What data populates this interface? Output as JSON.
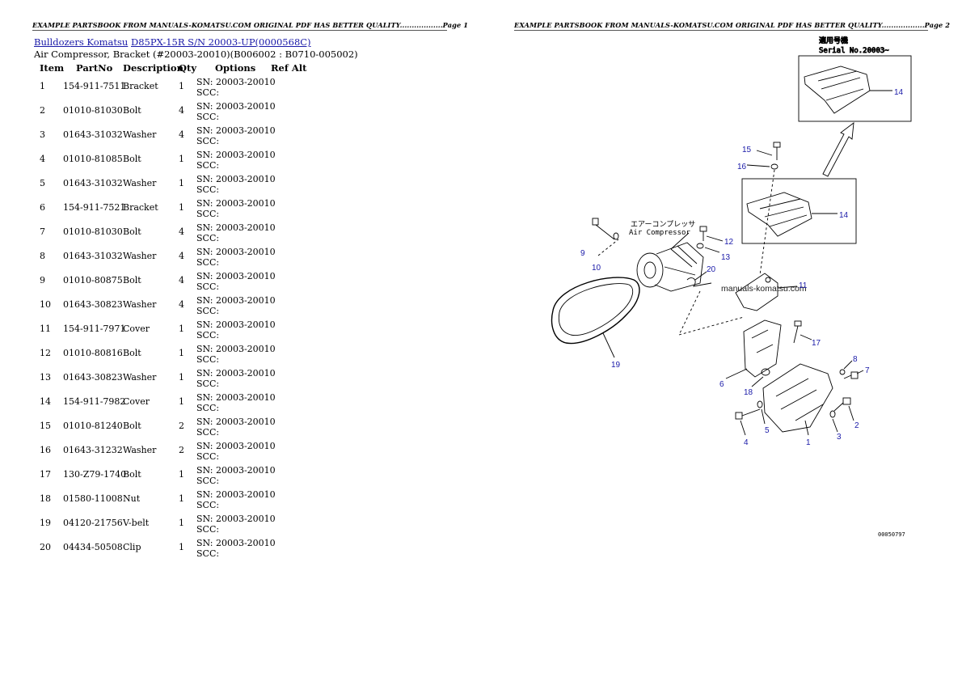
{
  "banner": {
    "page1": "EXAMPLE PARTSBOOK FROM MANUALS-KOMATSU.COM ORIGINAL PDF HAS BETTER QUALITY..................Page 1",
    "page2": "EXAMPLE PARTSBOOK FROM MANUALS-KOMATSU.COM ORIGINAL PDF HAS BETTER QUALITY..................Page 2"
  },
  "breadcrumb": {
    "link1": "Bulldozers Komatsu",
    "link2": "D85PX-15R S/N 20003-UP(0000568C)"
  },
  "subtitle": "Air Compressor, Bracket (#20003-20010)(B006002 : B0710-005002)",
  "table": {
    "headers": [
      "Item",
      "PartNo",
      "Description",
      "Qty",
      "Options",
      "Ref Alt"
    ],
    "rows": [
      {
        "item": "1",
        "part": "154-911-7511",
        "desc": "Bracket",
        "qty": "1",
        "opt1": "SN: 20003-20010",
        "opt2": "SCC:"
      },
      {
        "item": "2",
        "part": "01010-81030",
        "desc": "Bolt",
        "qty": "4",
        "opt1": "SN: 20003-20010",
        "opt2": "SCC:"
      },
      {
        "item": "3",
        "part": "01643-31032",
        "desc": "Washer",
        "qty": "4",
        "opt1": "SN: 20003-20010",
        "opt2": "SCC:"
      },
      {
        "item": "4",
        "part": "01010-81085",
        "desc": "Bolt",
        "qty": "1",
        "opt1": "SN: 20003-20010",
        "opt2": "SCC:"
      },
      {
        "item": "5",
        "part": "01643-31032",
        "desc": "Washer",
        "qty": "1",
        "opt1": "SN: 20003-20010",
        "opt2": "SCC:"
      },
      {
        "item": "6",
        "part": "154-911-7521",
        "desc": "Bracket",
        "qty": "1",
        "opt1": "SN: 20003-20010",
        "opt2": "SCC:"
      },
      {
        "item": "7",
        "part": "01010-81030",
        "desc": "Bolt",
        "qty": "4",
        "opt1": "SN: 20003-20010",
        "opt2": "SCC:"
      },
      {
        "item": "8",
        "part": "01643-31032",
        "desc": "Washer",
        "qty": "4",
        "opt1": "SN: 20003-20010",
        "opt2": "SCC:"
      },
      {
        "item": "9",
        "part": "01010-80875",
        "desc": "Bolt",
        "qty": "4",
        "opt1": "SN: 20003-20010",
        "opt2": "SCC:"
      },
      {
        "item": "10",
        "part": "01643-30823",
        "desc": "Washer",
        "qty": "4",
        "opt1": "SN: 20003-20010",
        "opt2": "SCC:"
      },
      {
        "item": "11",
        "part": "154-911-7971",
        "desc": "Cover",
        "qty": "1",
        "opt1": "SN: 20003-20010",
        "opt2": "SCC:"
      },
      {
        "item": "12",
        "part": "01010-80816",
        "desc": "Bolt",
        "qty": "1",
        "opt1": "SN: 20003-20010",
        "opt2": "SCC:"
      },
      {
        "item": "13",
        "part": "01643-30823",
        "desc": "Washer",
        "qty": "1",
        "opt1": "SN: 20003-20010",
        "opt2": "SCC:"
      },
      {
        "item": "14",
        "part": "154-911-7982",
        "desc": "Cover",
        "qty": "1",
        "opt1": "SN: 20003-20010",
        "opt2": "SCC:"
      },
      {
        "item": "15",
        "part": "01010-81240",
        "desc": "Bolt",
        "qty": "2",
        "opt1": "SN: 20003-20010",
        "opt2": "SCC:"
      },
      {
        "item": "16",
        "part": "01643-31232",
        "desc": "Washer",
        "qty": "2",
        "opt1": "SN: 20003-20010",
        "opt2": "SCC:"
      },
      {
        "item": "17",
        "part": "130-Z79-1740",
        "desc": "Bolt",
        "qty": "1",
        "opt1": "SN: 20003-20010",
        "opt2": "SCC:"
      },
      {
        "item": "18",
        "part": "01580-11008",
        "desc": "Nut",
        "qty": "1",
        "opt1": "SN: 20003-20010",
        "opt2": "SCC:"
      },
      {
        "item": "19",
        "part": "04120-21756",
        "desc": "V-belt",
        "qty": "1",
        "opt1": "SN: 20003-20010",
        "opt2": "SCC:"
      },
      {
        "item": "20",
        "part": "04434-50508",
        "desc": "Clip",
        "qty": "1",
        "opt1": "SN: 20003-20010",
        "opt2": "SCC:"
      }
    ]
  },
  "diagram": {
    "serial_jp": "適用号機",
    "serial_label": "Serial No.20003~",
    "compressor_jp": "エアーコンプレッサ",
    "compressor_label": "Air Compressor",
    "watermark": "manuals-komatsu.com",
    "figure_code": "00050797",
    "callouts": {
      "c1": "1",
      "c2": "2",
      "c3": "3",
      "c4": "4",
      "c5": "5",
      "c6": "6",
      "c7": "7",
      "c8": "8",
      "c9": "9",
      "c10": "10",
      "c11": "11",
      "c12": "12",
      "c13": "13",
      "c14a": "14",
      "c14b": "14",
      "c15": "15",
      "c16": "16",
      "c17": "17",
      "c18": "18",
      "c19": "19",
      "c20": "20"
    }
  }
}
